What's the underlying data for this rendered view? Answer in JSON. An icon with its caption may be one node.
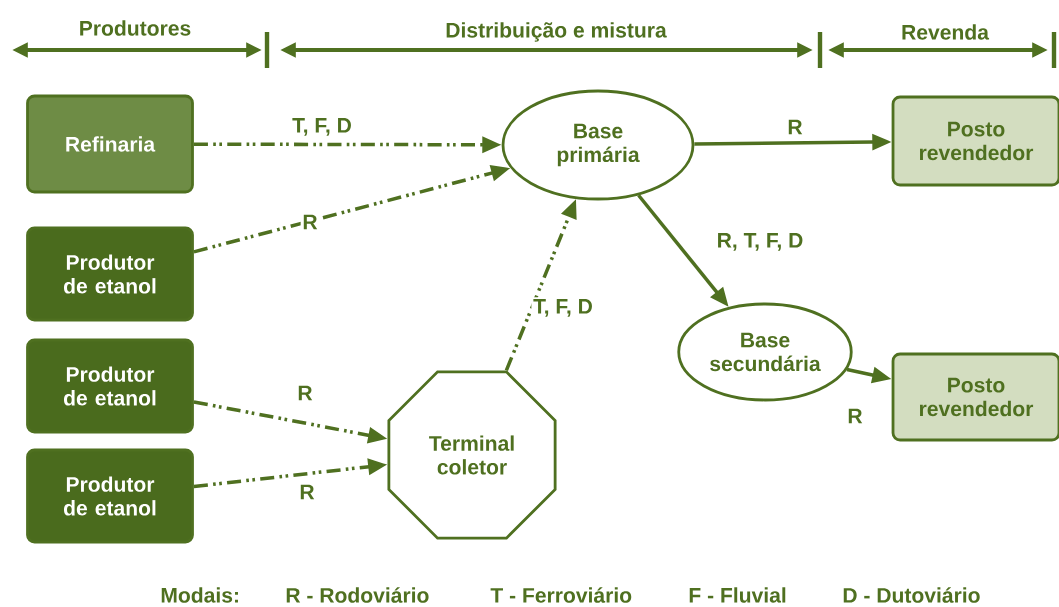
{
  "diagram": {
    "nodes": [
      {
        "text": [
          "Refinaria"
        ]
      },
      {
        "text": [
          "Produtor de etanol"
        ]
      },
      {
        "text": [
          "Produtor de etanol"
        ]
      },
      {
        "text": [
          "Produtor de etanol"
        ]
      },
      {
        "text": [
          "Base primária"
        ]
      },
      {
        "text": [
          "Terminal coletor"
        ]
      },
      {
        "text": [
          "Base secundária"
        ]
      },
      {
        "text": [
          "Posto revendedor"
        ]
      },
      {
        "text": [
          "Posto revendedor"
        ]
      }
    ],
    "edges": [
      {
        "from": 0,
        "to": 4,
        "arrow": "to",
        "label": "T, F, D",
        "style": "dashed"
      },
      {
        "from": 1,
        "to": 4,
        "arrow": "to",
        "label": "R",
        "style": "dashed"
      },
      {
        "from": 2,
        "to": 5,
        "arrow": "to",
        "label": "R",
        "style": "dashed"
      },
      {
        "from": 3,
        "to": 5,
        "arrow": "to",
        "label": "R",
        "style": "dashed"
      },
      {
        "from": 5,
        "to": 4,
        "arrow": "to",
        "label": "T, F, D",
        "style": "dashed"
      },
      {
        "from": 4,
        "to": 7,
        "arrow": "to",
        "label": "R"
      },
      {
        "from": 4,
        "to": 6,
        "arrow": "to",
        "label": "R, T, F, D"
      },
      {
        "from": 6,
        "to": 8,
        "arrow": "to",
        "label": "R"
      }
    ],
    "labels": [
      "Produtores",
      "Distribuição e mistura",
      "Revenda",
      "Modais:",
      "R - Rodoviário",
      "T - Ferroviário",
      "F - Fluvial",
      "D - Dutoviário"
    ]
  }
}
